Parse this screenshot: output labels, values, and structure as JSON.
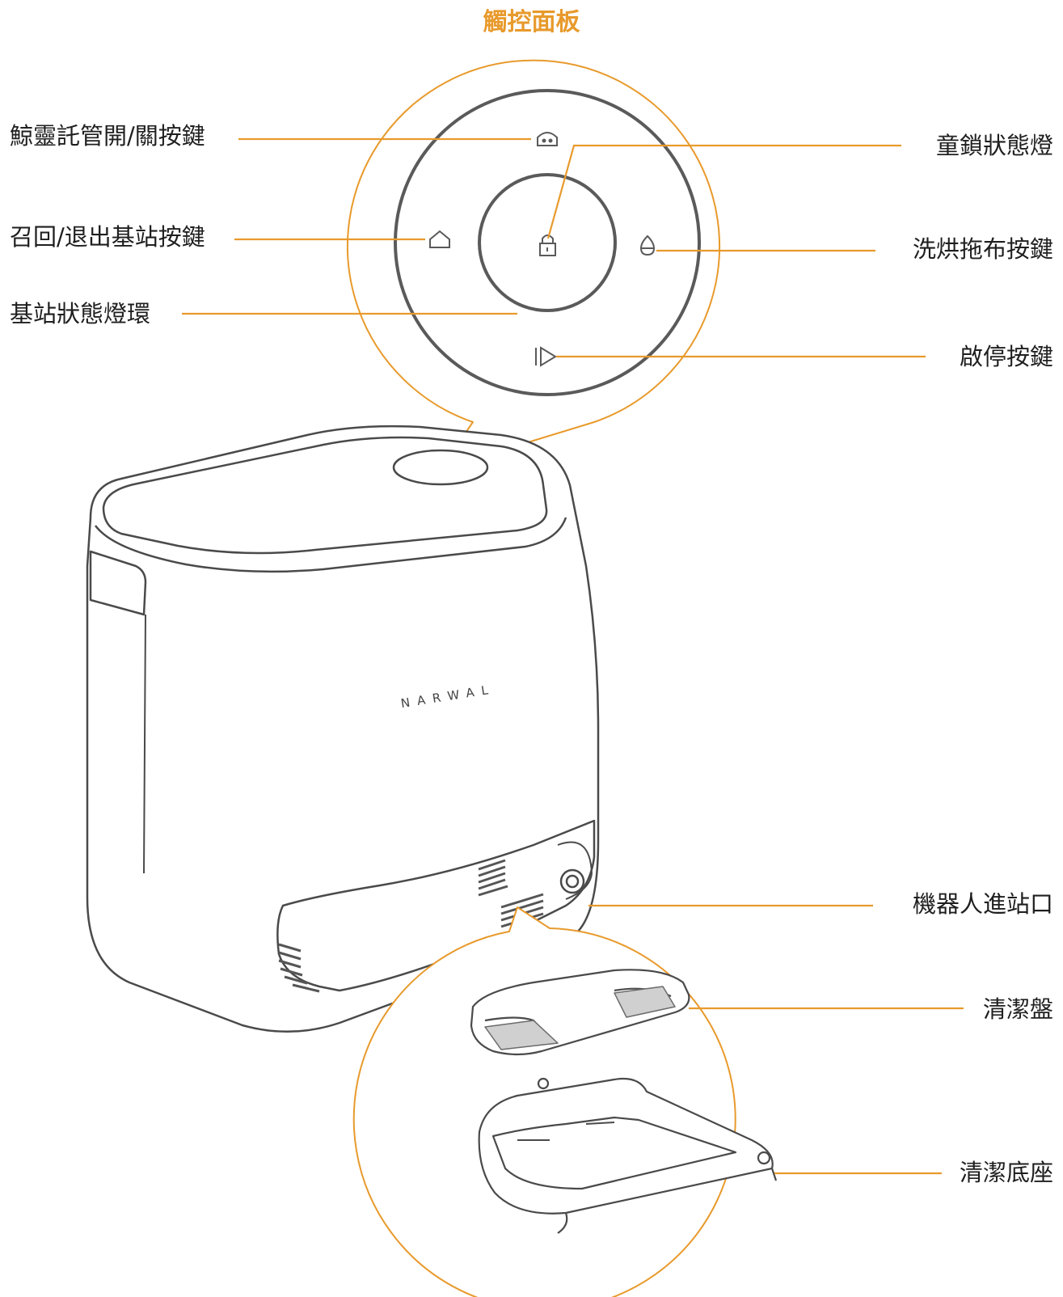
{
  "colors": {
    "accent": "#e89a2c",
    "outline": "#5a5a5a",
    "light_outline": "#9a9a9a"
  },
  "title": "觸控面板",
  "brand": "NARWAL",
  "labels": {
    "whale_care": "鯨靈託管開/關按鍵",
    "recall": "召回/退出基站按鍵",
    "ring_light": "基站狀態燈環",
    "child_lock": "童鎖狀態燈",
    "wash_dry": "洗烘拖布按鍵",
    "start_pause": "啟停按鍵",
    "robot_entry": "機器人進站口",
    "tray": "清潔盤",
    "tray_base": "清潔底座"
  },
  "icons": [
    "whale-care-icon",
    "home-icon",
    "lock-icon",
    "wash-dry-icon",
    "play-pause-icon"
  ]
}
